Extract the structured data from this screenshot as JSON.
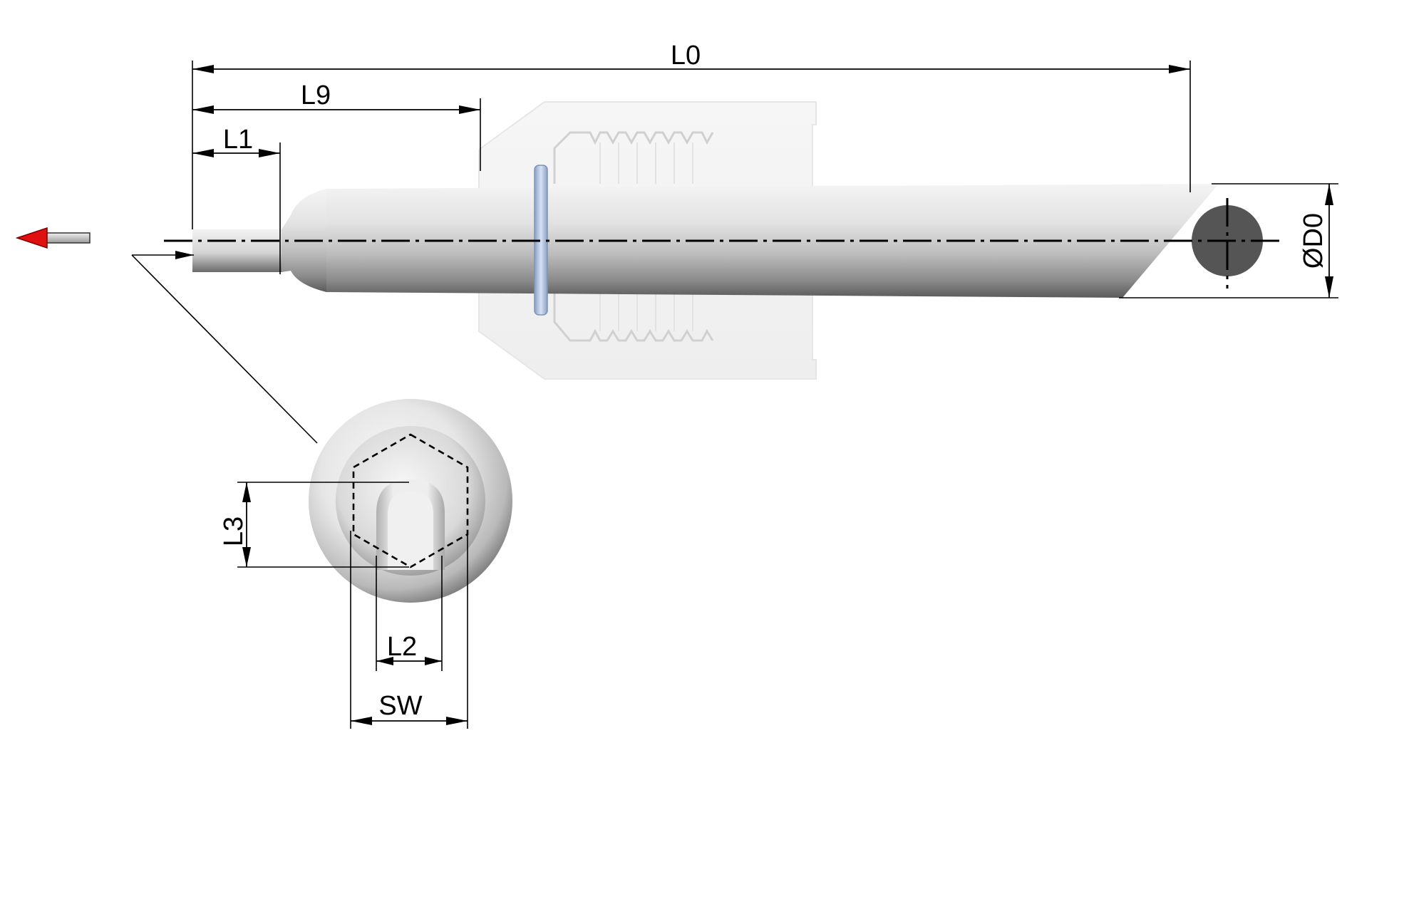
{
  "labels": {
    "L0": "L0",
    "L9": "L9",
    "L1": "L1",
    "D0": "ØD0",
    "L3": "L3",
    "L2": "L2",
    "SW": "SW"
  },
  "colors": {
    "background": "#ffffff",
    "metal_light": "#e9e9e9",
    "metal_mid": "#bdbdbd",
    "metal_dark": "#5e5e5e",
    "nut_ghost": "#f0f0f0",
    "thread": "#d8d8d8",
    "washer": "#a9bddc",
    "end_disc": "#555555",
    "arrow_red": "#e01010",
    "dimension": "#000000"
  },
  "icons": {
    "direction_arrow": "left-arrow-icon"
  }
}
